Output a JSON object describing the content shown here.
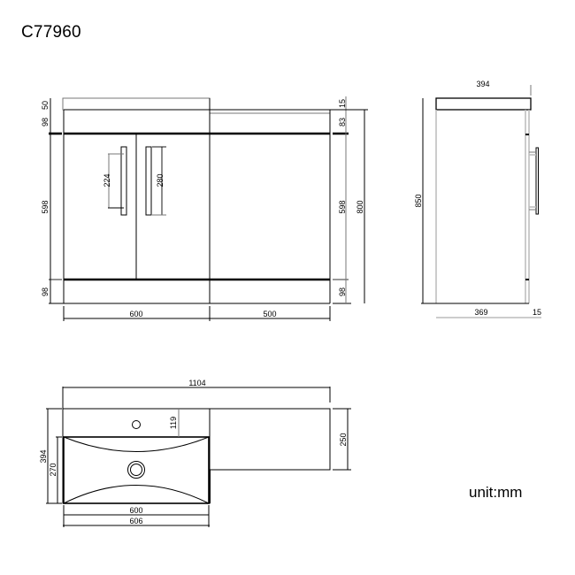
{
  "header": {
    "model_code": "C77960"
  },
  "footer": {
    "unit_label": "unit:mm"
  },
  "front_view": {
    "left_dims": {
      "top_50": "50",
      "band_98": "98",
      "door_598": "598",
      "bottom_98": "98"
    },
    "right_dims": {
      "top_15": "15",
      "band_83": "83",
      "door_598": "598",
      "bottom_98": "98",
      "total_800": "800"
    },
    "handle_dims": {
      "hole_centers": "224",
      "length": "280"
    },
    "bottom_dims": {
      "left_width": "600",
      "right_width": "500"
    }
  },
  "side_view": {
    "top_depth": "394",
    "height": "850",
    "body_depth": "369",
    "door_thickness": "15"
  },
  "top_view": {
    "overall_width": "1104",
    "overall_depth": "394",
    "basin_depth": "270",
    "tap_offset": "119",
    "unit_depth": "250",
    "basin_inner_width": "600",
    "basin_outer_width": "606"
  }
}
